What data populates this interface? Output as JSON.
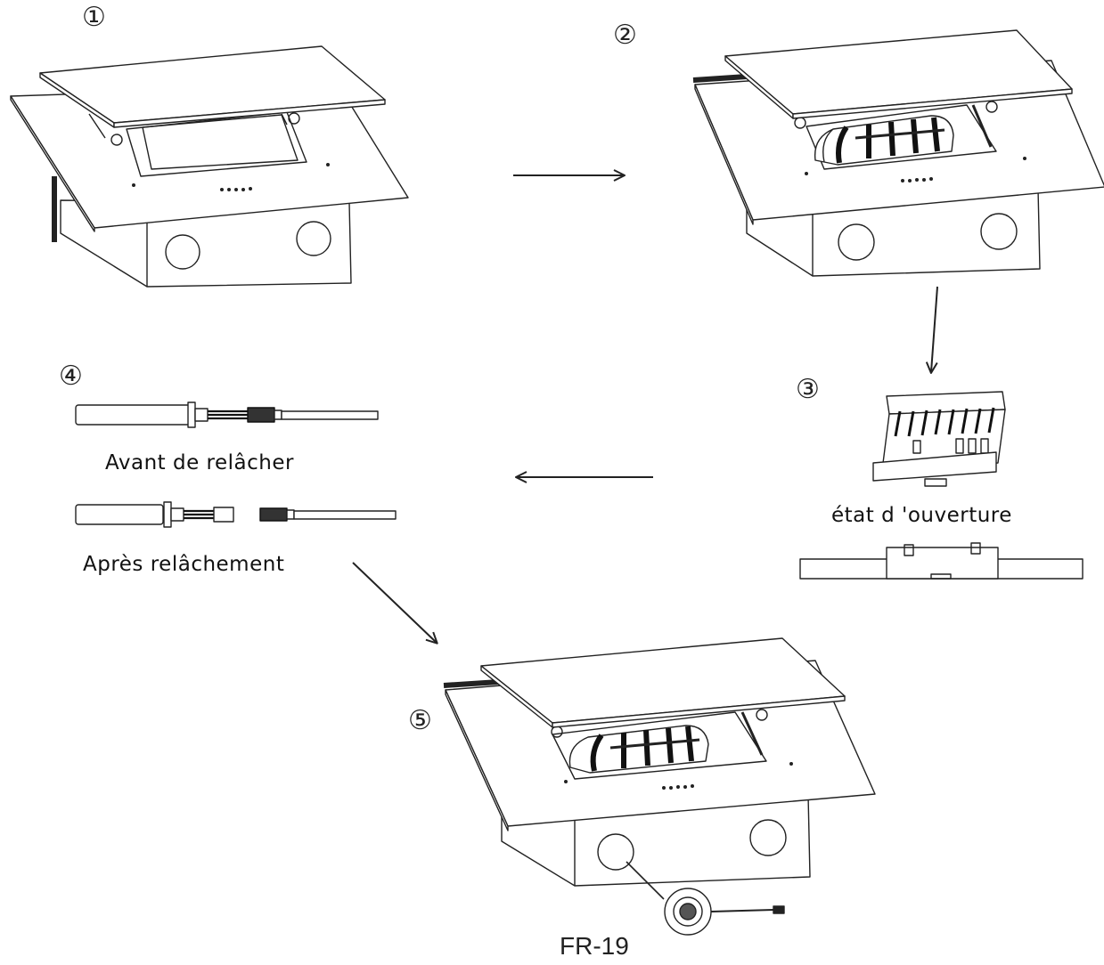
{
  "steps": [
    "①",
    "②",
    "③",
    "④",
    "⑤"
  ],
  "captions": {
    "before_release": "Avant de relâcher",
    "after_release": "Après relâchement",
    "open_state": "état d 'ouverture"
  },
  "footer": {
    "page": "FR-19"
  }
}
